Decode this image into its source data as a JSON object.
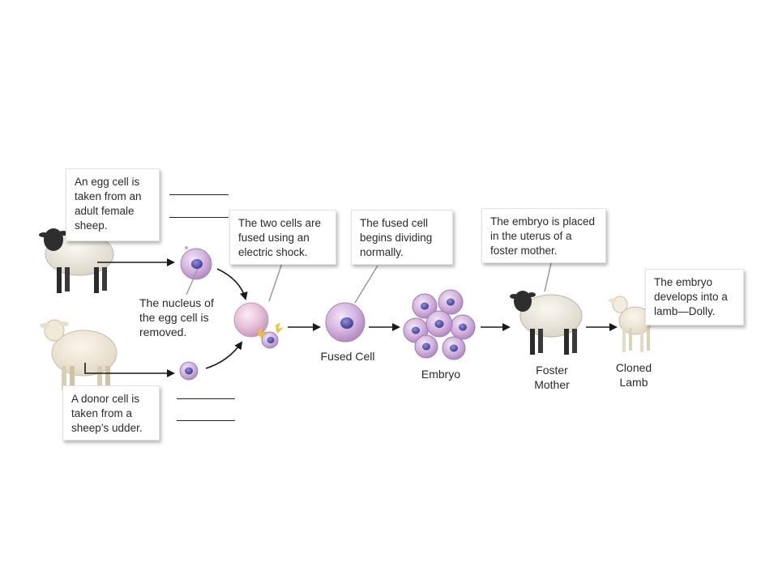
{
  "steps": {
    "egg_taken": "An egg cell is taken from an adult female sheep.",
    "donor_taken": "A donor cell is taken from a sheep’s udder.",
    "nucleus_removed": "The nucleus of the egg cell is removed.",
    "fused_shock": "The two cells are fused using an electric shock.",
    "dividing": "The fused cell begins dividing normally.",
    "placed_uterus": "The embryo is placed in the uterus of a foster mother.",
    "develops": "The embryo develops into a lamb—Dolly."
  },
  "labels": {
    "fused_cell": "Fused Cell",
    "embryo": "Embryo",
    "foster_mother": "Foster Mother",
    "cloned_lamb": "Cloned Lamb"
  },
  "colors": {
    "cell": "#c9a6d6",
    "nucleus": "#5a58a8",
    "wool": "#efece3",
    "arrow": "#1a1a1a"
  }
}
